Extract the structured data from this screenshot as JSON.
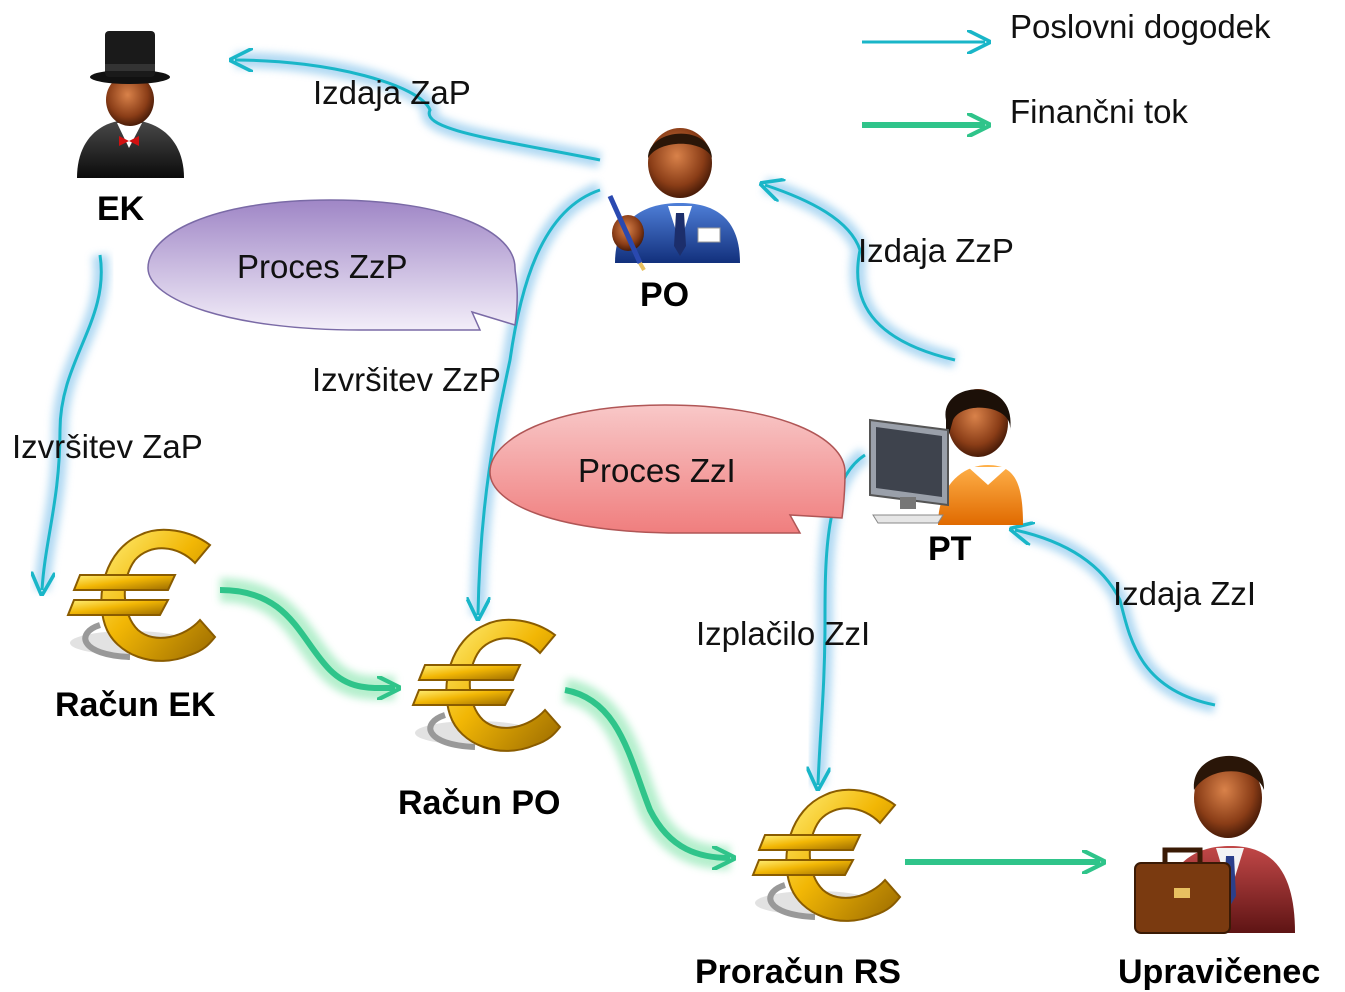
{
  "legend": {
    "business_event": "Poslovni dogodek",
    "financial_flow": "Finančni tok"
  },
  "actors": {
    "ek": "EK",
    "po": "PO",
    "pt": "PT",
    "upravicenec": "Upravičenec"
  },
  "accounts": {
    "racun_ek": "Račun EK",
    "racun_po": "Račun PO",
    "proracun_rs": "Proračun RS"
  },
  "processes": {
    "zzp": "Proces ZzP",
    "zzi": "Proces ZzI"
  },
  "flows": {
    "izdaja_zap": "Izdaja ZaP",
    "izdaja_zzp": "Izdaja ZzP",
    "izvrsitev_zzp": "Izvršitev ZzP",
    "izvrsitev_zap": "Izvršitev ZaP",
    "izdaja_zzi": "Izdaja ZzI",
    "izplacilo_zzi": "Izplačilo ZzI"
  },
  "colors": {
    "event_arrow": "#19b6c8",
    "event_glow": "#9fd0f0",
    "finance_arrow": "#2fc48a",
    "finance_glow": "#a8ecc4",
    "bubble_zzp": "#b9a6d6",
    "bubble_zzi": "#f29a9a",
    "euro_gold": "#f2b705"
  }
}
